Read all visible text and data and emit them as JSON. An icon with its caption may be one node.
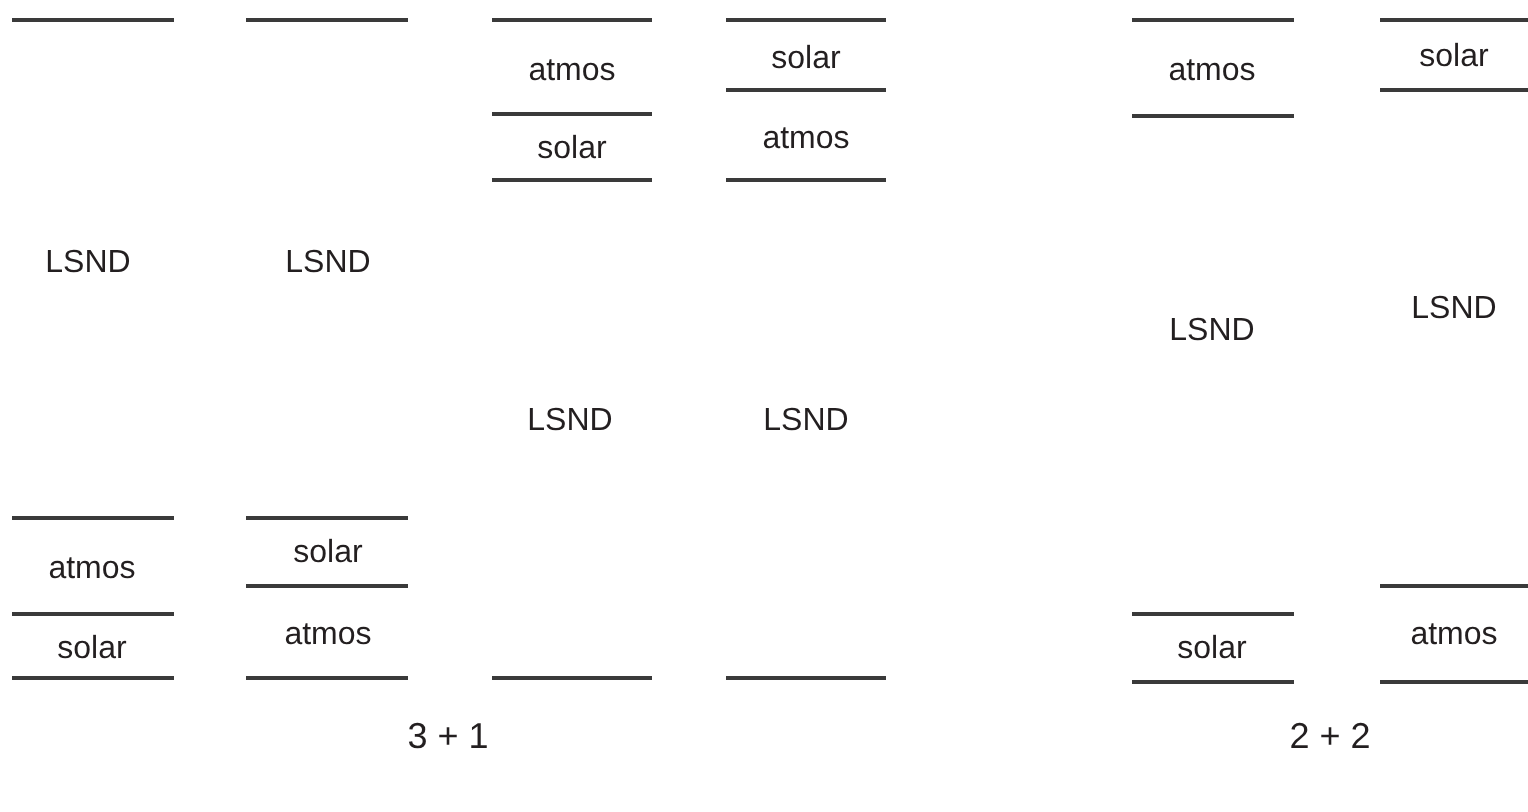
{
  "diagram": {
    "labels": [
      "LSND",
      "atmos",
      "solar",
      "LSND",
      "solar",
      "atmos",
      "atmos",
      "solar",
      "LSND",
      "solar",
      "atmos",
      "LSND",
      "atmos",
      "LSND",
      "solar",
      "solar",
      "LSND",
      "atmos",
      "3 + 1",
      "2 + 2"
    ]
  }
}
